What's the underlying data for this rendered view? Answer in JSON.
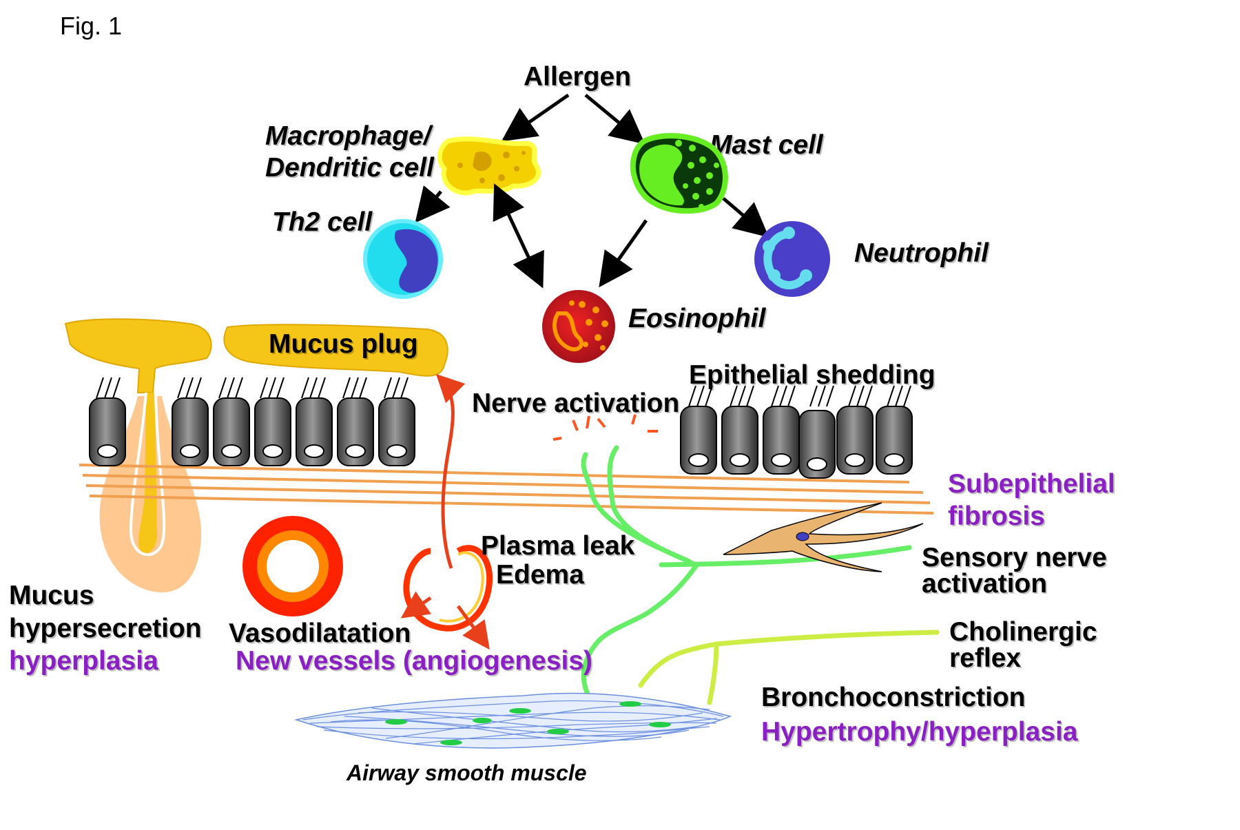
{
  "figure_label": "Fig. 1",
  "labels": {
    "allergen": "Allergen",
    "macrophage_line1": "Macrophage/",
    "macrophage_line2": "Dendritic cell",
    "mast_cell": "Mast cell",
    "th2_cell": "Th2 cell",
    "neutrophil": "Neutrophil",
    "eosinophil": "Eosinophil",
    "mucus_plug": "Mucus plug",
    "epithelial_shedding": "Epithelial shedding",
    "nerve_activation": "Nerve activation",
    "subepithelial_line1": "Subepithelial",
    "subepithelial_line2": "fibrosis",
    "sensory_line1": "Sensory nerve",
    "sensory_line2": "activation",
    "plasma_leak": "Plasma leak",
    "edema": "Edema",
    "mucus_line1": "Mucus",
    "mucus_line2": "hypersecretion",
    "hyperplasia": "hyperplasia",
    "vasodilatation": "Vasodilatation",
    "new_vessels": "New vessels (angiogenesis)",
    "cholinergic_line1": "Cholinergic",
    "cholinergic_line2": "reflex",
    "bronchoconstriction": "Bronchoconstriction",
    "hypertrophy": "Hypertrophy/hyperplasia",
    "airway_smooth_muscle": "Airway smooth muscle"
  },
  "colors": {
    "purple_text": "#8a1fc3",
    "macrophage": "#f4d000",
    "mast_cell": "#66ee22",
    "th2_cell": "#22ddee",
    "neutrophil": "#4a3fc8",
    "eosinophil": "#c8101a",
    "mucus": "#f5c518",
    "fibrosis": "#f0a050",
    "nerve": "#66ee66",
    "cholinergic": "#ccee44",
    "vessel": "#ff3300",
    "muscle": "#6a8ee0"
  }
}
